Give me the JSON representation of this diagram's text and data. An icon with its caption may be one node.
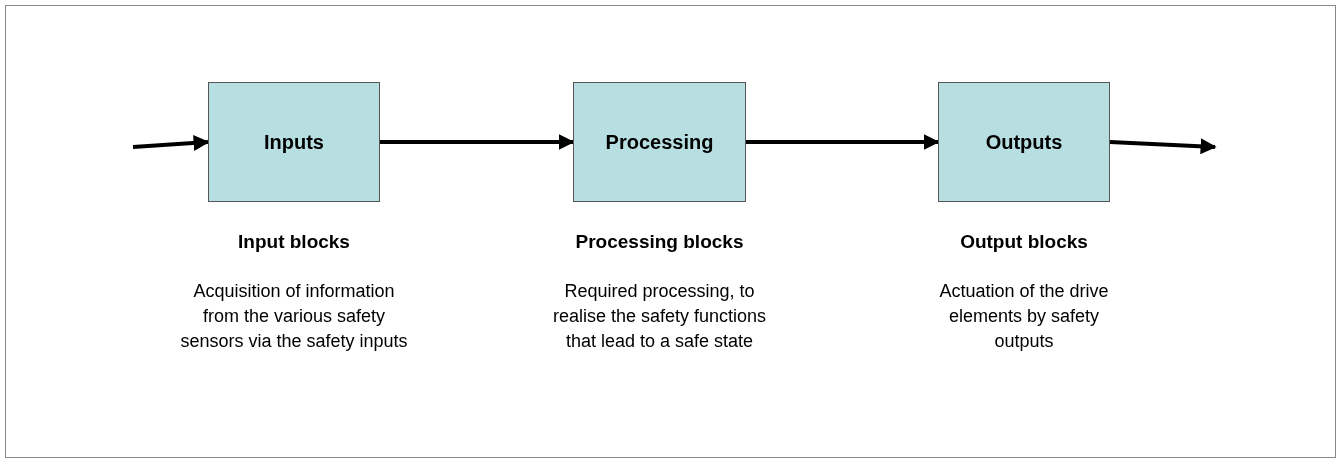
{
  "diagram": {
    "nodes": [
      {
        "text": [
          "Inputs"
        ],
        "beside": [
          "Input blocks",
          "Acquisition of information from the various safety sensors via the safety inputs"
        ]
      },
      {
        "text": [
          "Processing"
        ],
        "beside": [
          "Processing blocks",
          "Required processing, to realise the safety functions that lead to a safe state"
        ]
      },
      {
        "text": [
          "Outputs"
        ],
        "beside": [
          "Output blocks",
          "Actuation of the drive elements by safety outputs"
        ]
      }
    ],
    "edges": [
      {
        "from": null,
        "to": 0,
        "arrow": "to"
      },
      {
        "from": 0,
        "to": 1,
        "arrow": "to"
      },
      {
        "from": 1,
        "to": 2,
        "arrow": "to"
      },
      {
        "from": 2,
        "to": null,
        "arrow": "to"
      }
    ]
  }
}
